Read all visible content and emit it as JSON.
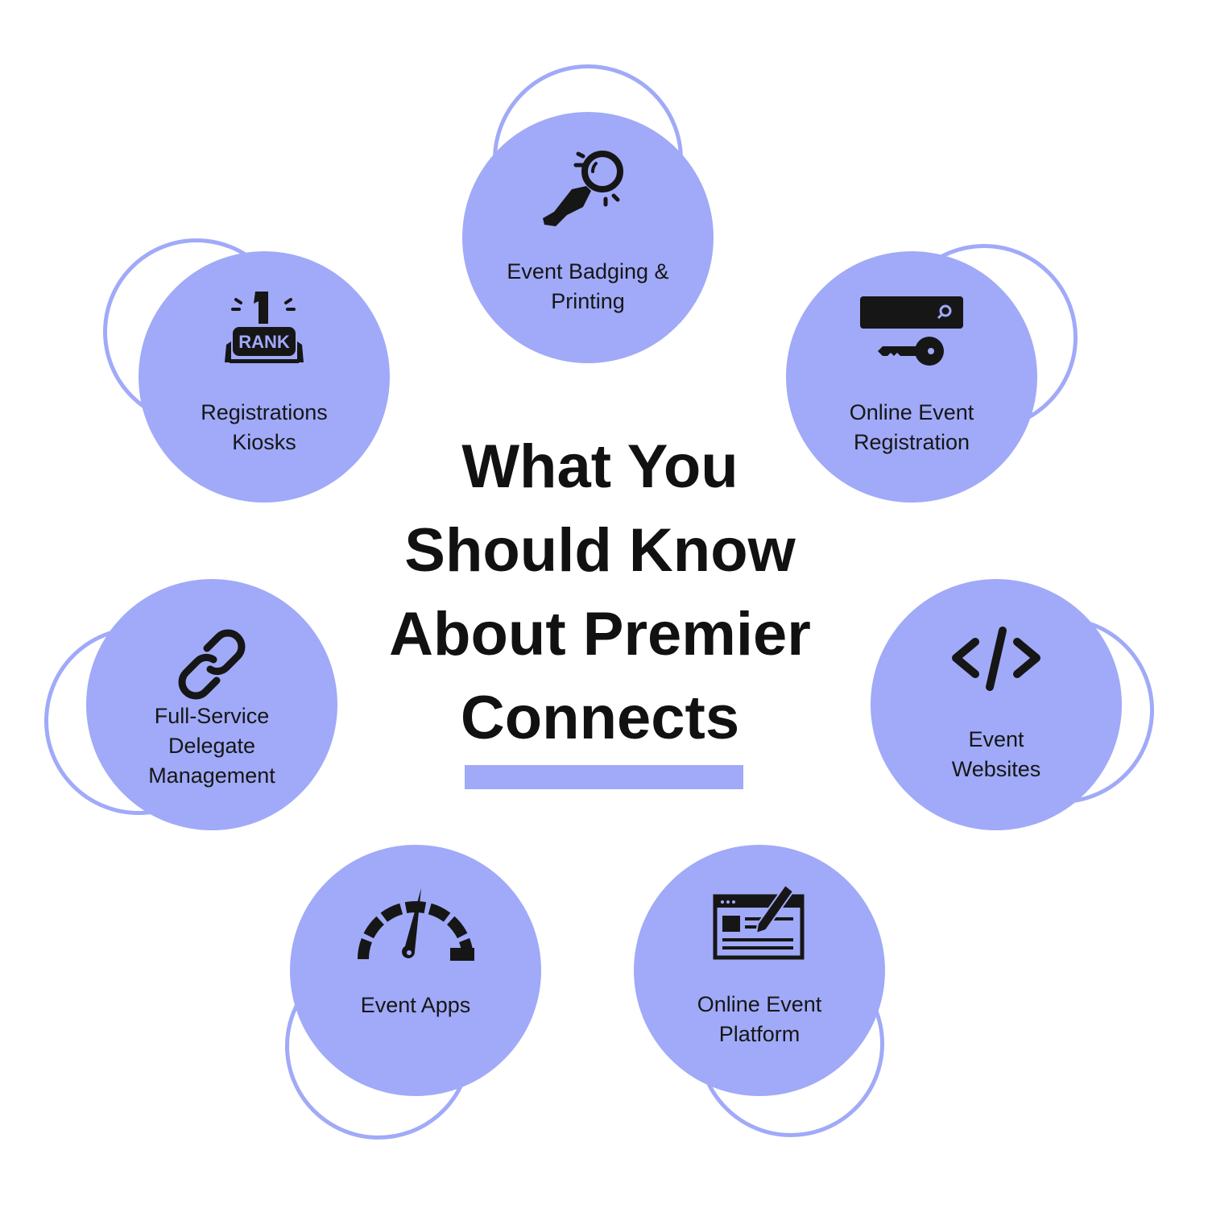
{
  "title": {
    "lines": [
      "What You",
      "Should Know",
      "About Premier",
      "Connects"
    ]
  },
  "accent_color": "#a0aaf8",
  "services": [
    {
      "icon": "magnifier-hand-icon",
      "lines": [
        "Event Badging &",
        "Printing"
      ]
    },
    {
      "icon": "rank-one-icon",
      "lines": [
        "Registrations",
        "Kiosks"
      ],
      "badge": "RANK"
    },
    {
      "icon": "search-key-icon",
      "lines": [
        "Online Event",
        "Registration"
      ]
    },
    {
      "icon": "link-icon",
      "lines": [
        "Full-Service",
        "Delegate",
        "Management"
      ]
    },
    {
      "icon": "code-icon",
      "lines": [
        "Event",
        "Websites"
      ]
    },
    {
      "icon": "speedometer-icon",
      "lines": [
        "Event Apps"
      ]
    },
    {
      "icon": "web-edit-icon",
      "lines": [
        "Online Event",
        "Platform"
      ]
    }
  ]
}
